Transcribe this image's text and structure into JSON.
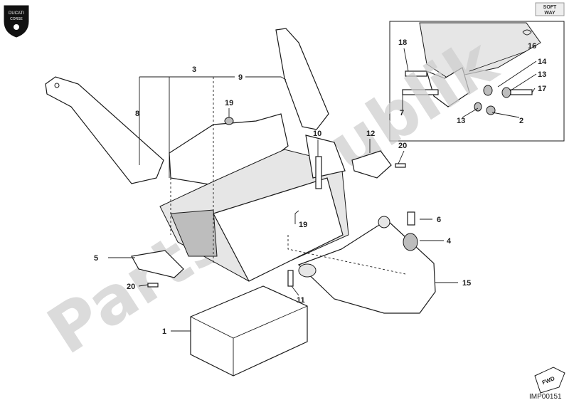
{
  "brand": {
    "logo_line1": "DUCATI",
    "logo_line2": "CORSE",
    "badge_line1": "SOFT",
    "badge_line2": "WAY"
  },
  "watermark": "PartsRepublik",
  "fwd_label": "FWD",
  "diagram_code": "IMP00151",
  "callouts": [
    "1",
    "2",
    "3",
    "4",
    "5",
    "6",
    "7",
    "8",
    "9",
    "10",
    "11",
    "12",
    "13",
    "13",
    "14",
    "15",
    "16",
    "17",
    "18",
    "19",
    "19",
    "20",
    "20"
  ]
}
